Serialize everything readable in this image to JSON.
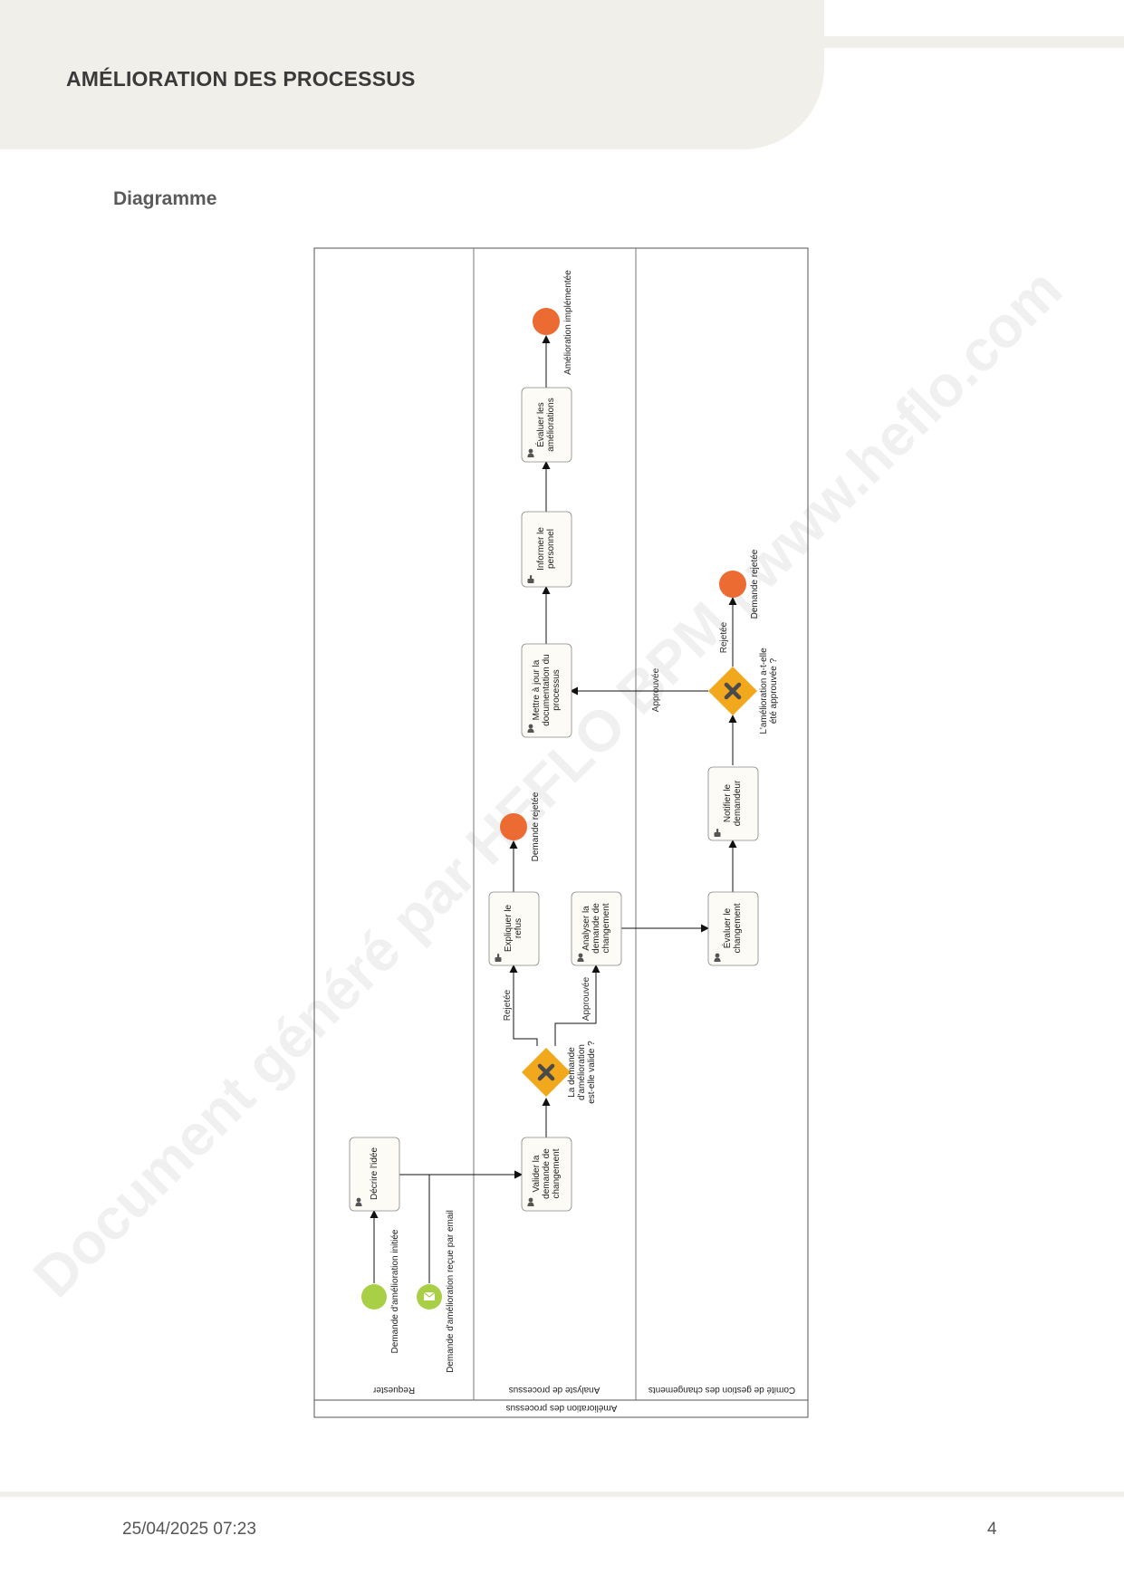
{
  "header": {
    "title": "AMÉLIORATION DES PROCESSUS"
  },
  "section": {
    "title": "Diagramme"
  },
  "watermark": "Document généré par HEFLO BPM | www.heflo.com",
  "diagram": {
    "pool": "Amélioration des processus",
    "lanes": [
      "Requester",
      "Analyste de processus",
      "Comité de gestion des changements"
    ],
    "events": {
      "start_initiated": "Demande d'amélioration initiée",
      "start_email": "Demande d'amélioration reçue par email",
      "end_rejected_analyst": "Demande rejetée",
      "end_implemented": "Amélioration implémentée",
      "end_rejected_committee": "Demande rejetée"
    },
    "tasks": {
      "describe": [
        "Décrire l'idée"
      ],
      "validate": [
        "Valider la",
        "demande de",
        "changement"
      ],
      "explain": [
        "Expliquer le",
        "refus"
      ],
      "analyze": [
        "Analyser la",
        "demande de",
        "changement"
      ],
      "update_doc": [
        "Mettre à jour la",
        "documentation du",
        "processus"
      ],
      "inform": [
        "Informer le",
        "personnel"
      ],
      "evaluate_improvements": [
        "Évaluer les",
        "améliorations"
      ],
      "evaluate_change": [
        "Évaluer le",
        "changement"
      ],
      "notify": [
        "Notifier le",
        "demandeur"
      ]
    },
    "gateways": {
      "valid": [
        "La demande",
        "d'amélioration",
        "est-elle valide ?"
      ],
      "approved": [
        "L'amélioration a-t-elle",
        "été approuvée ?"
      ]
    },
    "flows": {
      "rejected_1": "Rejetée",
      "approved_1": "Approuvée",
      "approved_2": "Approuvée",
      "rejected_2": "Rejetée"
    }
  },
  "colors": {
    "start_event": "#a8cf45",
    "end_event": "#ec6b33",
    "gateway": "#f2a81d",
    "task_fill": "#fcfbf6"
  },
  "footer": {
    "date": "25/04/2025 07:23",
    "page": "4"
  }
}
